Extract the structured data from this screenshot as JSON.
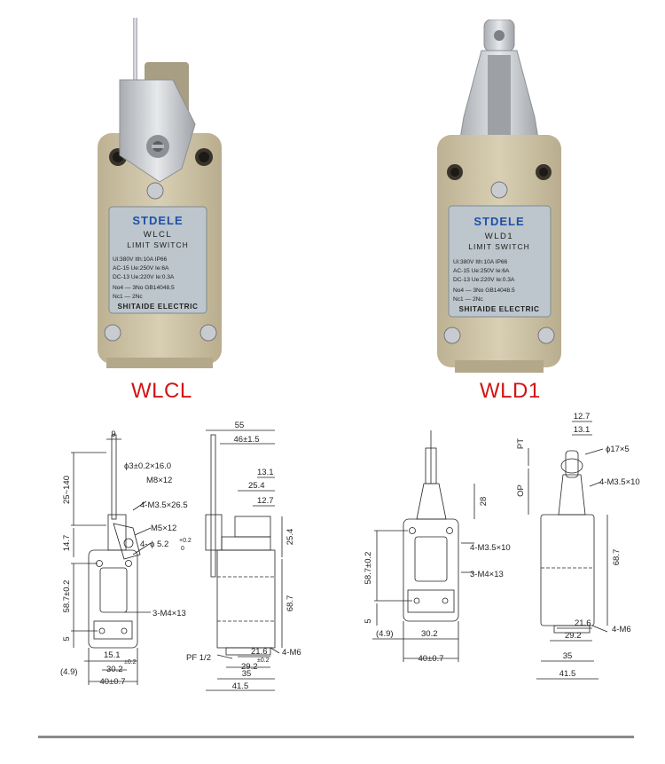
{
  "products": {
    "wlcl": {
      "label": "WLCL",
      "plate": {
        "brand": "STDELE",
        "model": "WLCL",
        "type": "LIMIT SWITCH",
        "spec1": "Ui:380V  Ith:10A  IP66",
        "spec2": "AC-15  Ue:250V  Ie:6A",
        "spec3": "DC-13  Ue:220V  Ie:0.3A",
        "spec4": "No4 — 3No  GB14048.5",
        "spec5": "Nc1 — 2Nc",
        "footer": "SHITAIDE ELECTRIC"
      }
    },
    "wld1": {
      "label": "WLD1",
      "plate": {
        "brand": "STDELE",
        "model": "WLD1",
        "type": "LIMIT SWITCH",
        "spec1": "Ui:380V  Ith:10A  IP66",
        "spec2": "AC-15  Ue:250V  Ie:6A",
        "spec3": "DC-13  Ue:220V  Ie:0.3A",
        "spec4": "No4 — 3No  GB14048.5",
        "spec5": "Nc1 — 2Nc",
        "footer": "SHITAIDE ELECTRIC"
      }
    }
  },
  "drawing_wlcl": {
    "d_9": "9",
    "d_rod": "ϕ3±0.2×16.0",
    "d_m8": "M8×12",
    "d_25_140": "25~140",
    "d_4m35": "4-M3.5×26.5",
    "d_m5": "M5×12",
    "d_phi52": "4- ϕ 5.2",
    "d_tol_up": "+0.2",
    "d_tol_low": "0",
    "d_14_7": "14.7",
    "d_58_7": "58.7±0.2",
    "d_3m4": "3-M4×13",
    "d_5": "5",
    "d_15_1": "15.1",
    "d_pm02": "±0.2",
    "d_4_9": "(4.9)",
    "d_30_2": "30.2",
    "d_40": "40±0.7",
    "d_55": "55",
    "d_46": "46±1.5",
    "d_13_1": "13.1",
    "d_25_4a": "25.4",
    "d_12_7": "12.7",
    "d_25_4b": "25.4",
    "d_68_7": "68.7",
    "d_pf": "PF 1/2",
    "d_21_6": "21.6",
    "d_4m6": "4-M6",
    "d_29_2": "29.2",
    "d_pm02b": "±0.2",
    "d_35": "35",
    "d_41_5": "41.5"
  },
  "drawing_wld1": {
    "d_28": "28",
    "d_4m35": "4-M3.5×10",
    "d_3m4": "3-M4×13",
    "d_58_7": "58.7±0.2",
    "d_5": "5",
    "d_4_9": "(4.9)",
    "d_30_2": "30.2",
    "d_40": "40±0.7",
    "d_12_7": "12.7",
    "d_13_1": "13.1",
    "d_pt": "PT",
    "d_phi17": "ϕ17×5",
    "d_op": "OP",
    "d_4m35b": "4-M3.5×10",
    "d_68_7": "68.7",
    "d_21_6": "21.6",
    "d_4m6": "4-M6",
    "d_29_2": "29.2",
    "d_35": "35",
    "d_41_5": "41.5"
  },
  "colors": {
    "label_red": "#d21414",
    "body_beige": "#cfc4a6",
    "plate_blue_grey": "#bcc6cc",
    "brand_blue": "#1f4fa8",
    "metal": "#c9ccd0"
  }
}
